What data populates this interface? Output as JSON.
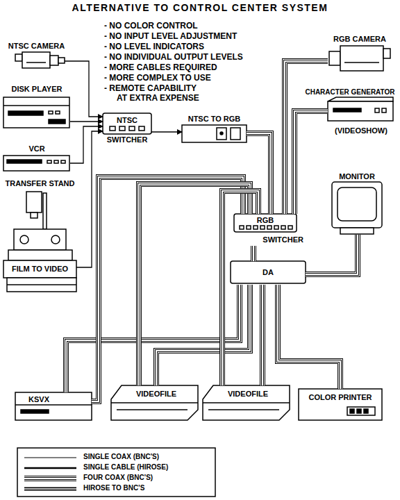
{
  "diagram": {
    "title": "ALTERNATIVE TO CONTROL CENTER SYSTEM",
    "nodes": [
      {
        "text": [
          "NTSC CAMERA"
        ]
      },
      {
        "text": [
          "DISK PLAYER"
        ]
      },
      {
        "text": [
          "VCR"
        ]
      },
      {
        "text": [
          "TRANSFER STAND",
          "FILM TO VIDEO"
        ]
      },
      {
        "text": [
          "NTSC",
          "SWITCHER"
        ]
      },
      {
        "text": [
          "NTSC TO RGB"
        ]
      },
      {
        "text": [
          "RGB CAMERA"
        ]
      },
      {
        "text": [
          "CHARACTER GENERATOR",
          "(VIDEOSHOW)"
        ]
      },
      {
        "text": [
          "MONITOR"
        ]
      },
      {
        "text": [
          "RGB",
          "SWITCHER"
        ]
      },
      {
        "text": [
          "DA"
        ]
      },
      {
        "text": [
          "KSVX"
        ]
      },
      {
        "text": [
          "VIDEOFILE"
        ]
      },
      {
        "text": [
          "VIDEOFILE"
        ]
      },
      {
        "text": [
          "COLOR PRINTER"
        ]
      }
    ],
    "edges": [
      {
        "from": 0,
        "to": 4,
        "arrow": "to"
      },
      {
        "from": 1,
        "to": 4,
        "arrow": "to"
      },
      {
        "from": 2,
        "to": 4,
        "arrow": "to"
      },
      {
        "from": 3,
        "to": 4,
        "arrow": "to"
      },
      {
        "from": 4,
        "to": 5,
        "arrow": "to"
      },
      {
        "from": 5,
        "to": 9,
        "arrow": "none"
      },
      {
        "from": 6,
        "to": 9,
        "arrow": "none"
      },
      {
        "from": 7,
        "to": 9,
        "arrow": "none"
      },
      {
        "from": 9,
        "to": 10,
        "arrow": "none"
      },
      {
        "from": 10,
        "to": 8,
        "arrow": "none"
      },
      {
        "from": 10,
        "to": 11,
        "arrow": "none"
      },
      {
        "from": 10,
        "to": 12,
        "arrow": "none"
      },
      {
        "from": 10,
        "to": 13,
        "arrow": "none"
      },
      {
        "from": 10,
        "to": 14,
        "arrow": "none"
      },
      {
        "from": 11,
        "to": 9,
        "arrow": "none"
      },
      {
        "from": 12,
        "to": 9,
        "arrow": "none"
      },
      {
        "from": 13,
        "to": 9,
        "arrow": "none"
      }
    ],
    "labels": [
      "- NO COLOR CONTROL",
      "- NO INPUT LEVEL ADJUSTMENT",
      "- NO LEVEL INDICATORS",
      "- NO INDIVIDUAL OUTPUT LEVELS",
      "- MORE CABLES REQUIRED",
      "- MORE COMPLEX TO USE",
      "- REMOTE CAPABILITY AT EXTRA EXPENSE"
    ],
    "legend": [
      {
        "text": "SINGLE COAX (BNC'S)"
      },
      {
        "text": "SINGLE CABLE (HIROSE)"
      },
      {
        "text": "FOUR COAX (BNC'S)"
      },
      {
        "text": "HIROSE TO BNC'S"
      }
    ]
  }
}
